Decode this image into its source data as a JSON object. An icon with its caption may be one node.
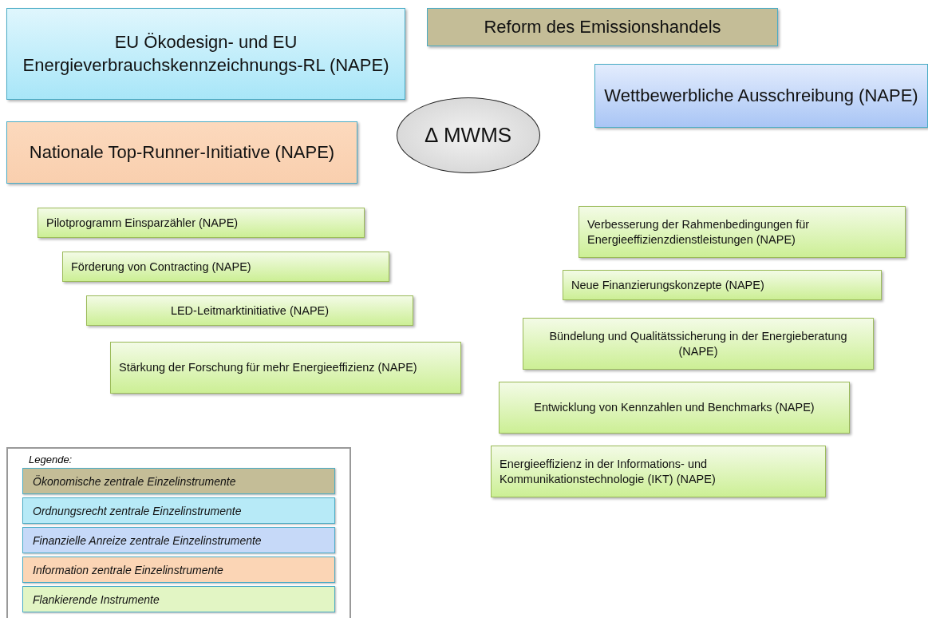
{
  "diagram": {
    "nodes": [
      {
        "text": [
          "EU Ökodesign- und EU Energieverbrauchskennzeichnungs-RL (NAPE)"
        ]
      },
      {
        "text": [
          "Reform des Emissionshandels"
        ]
      },
      {
        "text": [
          "Wettbewerbliche Ausschreibung (NAPE)"
        ]
      },
      {
        "text": [
          "Nationale Top-Runner-Initiative (NAPE)"
        ]
      },
      {
        "text": [
          "∆ MWMS"
        ]
      },
      {
        "text": [
          "Pilotprogramm Einsparzähler (NAPE)"
        ]
      },
      {
        "text": [
          "Förderung von Contracting (NAPE)"
        ]
      },
      {
        "text": [
          "LED-Leitmarktinitiative (NAPE)"
        ]
      },
      {
        "text": [
          "Stärkung der Forschung für mehr Energieeffizienz (NAPE)"
        ]
      },
      {
        "text": [
          "Verbesserung der Rahmenbedingungen für Energieeffizienzdienstleistungen (NAPE)"
        ]
      },
      {
        "text": [
          "Neue Finanzierungskonzepte (NAPE)"
        ]
      },
      {
        "text": [
          "Bündelung und Qualitätssicherung in der Energieberatung (NAPE)"
        ]
      },
      {
        "text": [
          "Entwicklung von Kennzahlen und Benchmarks (NAPE)"
        ]
      },
      {
        "text": [
          "Energieeffizienz in der Informations- und Kommunikationstechnologie (IKT) (NAPE)"
        ]
      }
    ],
    "edges": [],
    "labels": [
      "Legende:"
    ],
    "legend": [
      {
        "text": "Ökonomische zentrale Einzelinstrumente",
        "color": "#c4bd97"
      },
      {
        "text": "Ordnungsrecht zentrale Einzelinstrumente",
        "color": "#b7eaf7"
      },
      {
        "text": "Finanzielle Anreize zentrale Einzelinstrumente",
        "color": "#c6d9f8"
      },
      {
        "text": "Information zentrale Einzelinstrumente",
        "color": "#fbd5b5"
      },
      {
        "text": "Flankierende Instrumente",
        "color": "#e2f5c4"
      }
    ]
  }
}
